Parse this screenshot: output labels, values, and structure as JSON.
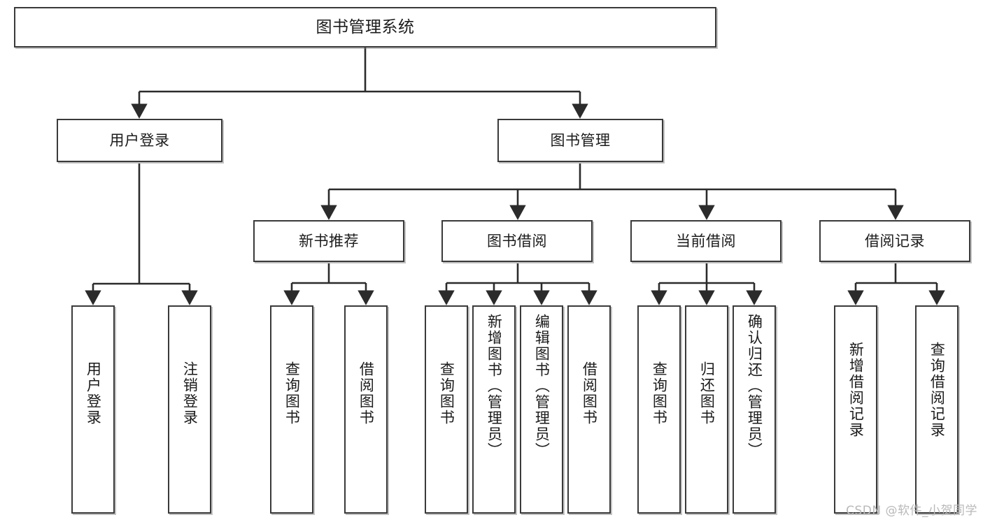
{
  "diagram": {
    "type": "tree-hierarchy-chart",
    "title": "图书管理系统",
    "orientation": "top-down",
    "colors": {
      "node_border": "#3a3a3a",
      "node_fill": "#ffffff",
      "edge": "#2b2b2b",
      "text": "#1b1b1b",
      "watermark": "#b9b9b9"
    },
    "root": {
      "id": "root",
      "label": "图书管理系统"
    },
    "level2": [
      {
        "id": "user-login",
        "label": "用户登录"
      },
      {
        "id": "book-management",
        "label": "图书管理"
      }
    ],
    "level3": [
      {
        "id": "new-book-recommend",
        "label": "新书推荐",
        "parent": "book-management"
      },
      {
        "id": "book-borrow",
        "label": "图书借阅",
        "parent": "book-management"
      },
      {
        "id": "current-borrow",
        "label": "当前借阅",
        "parent": "book-management"
      },
      {
        "id": "borrow-record",
        "label": "借阅记录",
        "parent": "book-management"
      }
    ],
    "leaves": [
      {
        "id": "leaf-user-login",
        "label": "用户登录",
        "parent": "user-login"
      },
      {
        "id": "leaf-logout-login",
        "label": "注销登录",
        "parent": "user-login"
      },
      {
        "id": "leaf-query-book-1",
        "label": "查询图书",
        "parent": "new-book-recommend"
      },
      {
        "id": "leaf-borrow-book-1",
        "label": "借阅图书",
        "parent": "new-book-recommend"
      },
      {
        "id": "leaf-query-book-2",
        "label": "查询图书",
        "parent": "book-borrow"
      },
      {
        "id": "leaf-add-book",
        "label": "新增图书（管理员）",
        "parent": "book-borrow"
      },
      {
        "id": "leaf-edit-book",
        "label": "编辑图书（管理员）",
        "parent": "book-borrow"
      },
      {
        "id": "leaf-borrow-book-2",
        "label": "借阅图书",
        "parent": "book-borrow"
      },
      {
        "id": "leaf-query-book-3",
        "label": "查询图书",
        "parent": "current-borrow"
      },
      {
        "id": "leaf-return-book",
        "label": "归还图书",
        "parent": "current-borrow"
      },
      {
        "id": "leaf-confirm-return",
        "label": "确认归还（管理员）",
        "parent": "current-borrow"
      },
      {
        "id": "leaf-add-record",
        "label": "新增借阅记录",
        "parent": "borrow-record"
      },
      {
        "id": "leaf-query-record",
        "label": "查询借阅记录",
        "parent": "borrow-record"
      }
    ],
    "watermark": "CSDN @软件_小贺同学"
  }
}
